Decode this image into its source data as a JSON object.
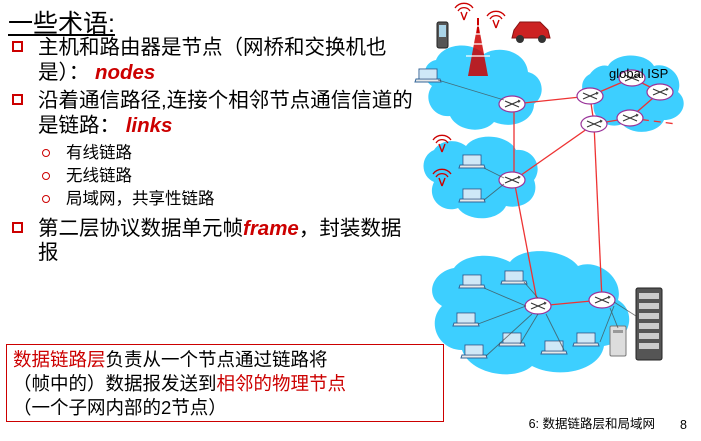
{
  "slide": {
    "title": "一些术语:",
    "bullets": [
      {
        "level": 1,
        "text_before": "主机和路由器是节点（网桥和交换机也是）：",
        "keyword": "nodes",
        "text_after": ""
      },
      {
        "level": 1,
        "text_before": "沿着通信路径,连接个相邻节点通信信道的是链路：",
        "keyword": "links",
        "text_after": ""
      },
      {
        "level": 2,
        "text_before": "有线链路",
        "keyword": "",
        "text_after": ""
      },
      {
        "level": 2,
        "text_before": "无线链路",
        "keyword": "",
        "text_after": ""
      },
      {
        "level": 2,
        "text_before": "局域网，共享性链路",
        "keyword": "",
        "text_after": ""
      },
      {
        "level": 1,
        "text_before": "第二层协议数据单元帧",
        "keyword": "frame",
        "text_after": "，封装数据报"
      }
    ],
    "summary_box": {
      "line1_hl": "数据链路层",
      "line1_rest": "负责从一个节点通过链路将",
      "line2_plain1": "（帧中的）数据报发送到",
      "line2_hl": "相邻的物理节点",
      "line3": "（一个子网内部的2节点）"
    },
    "diagram": {
      "isp_label": "global ISP"
    },
    "footer": {
      "text": "6: 数据链路层和局域网",
      "page": "8"
    },
    "colors": {
      "accent_red": "#cc0000",
      "cloud_blue": "#33ccff",
      "link_red": "#ee3333",
      "router_outline": "#cc3399"
    }
  }
}
